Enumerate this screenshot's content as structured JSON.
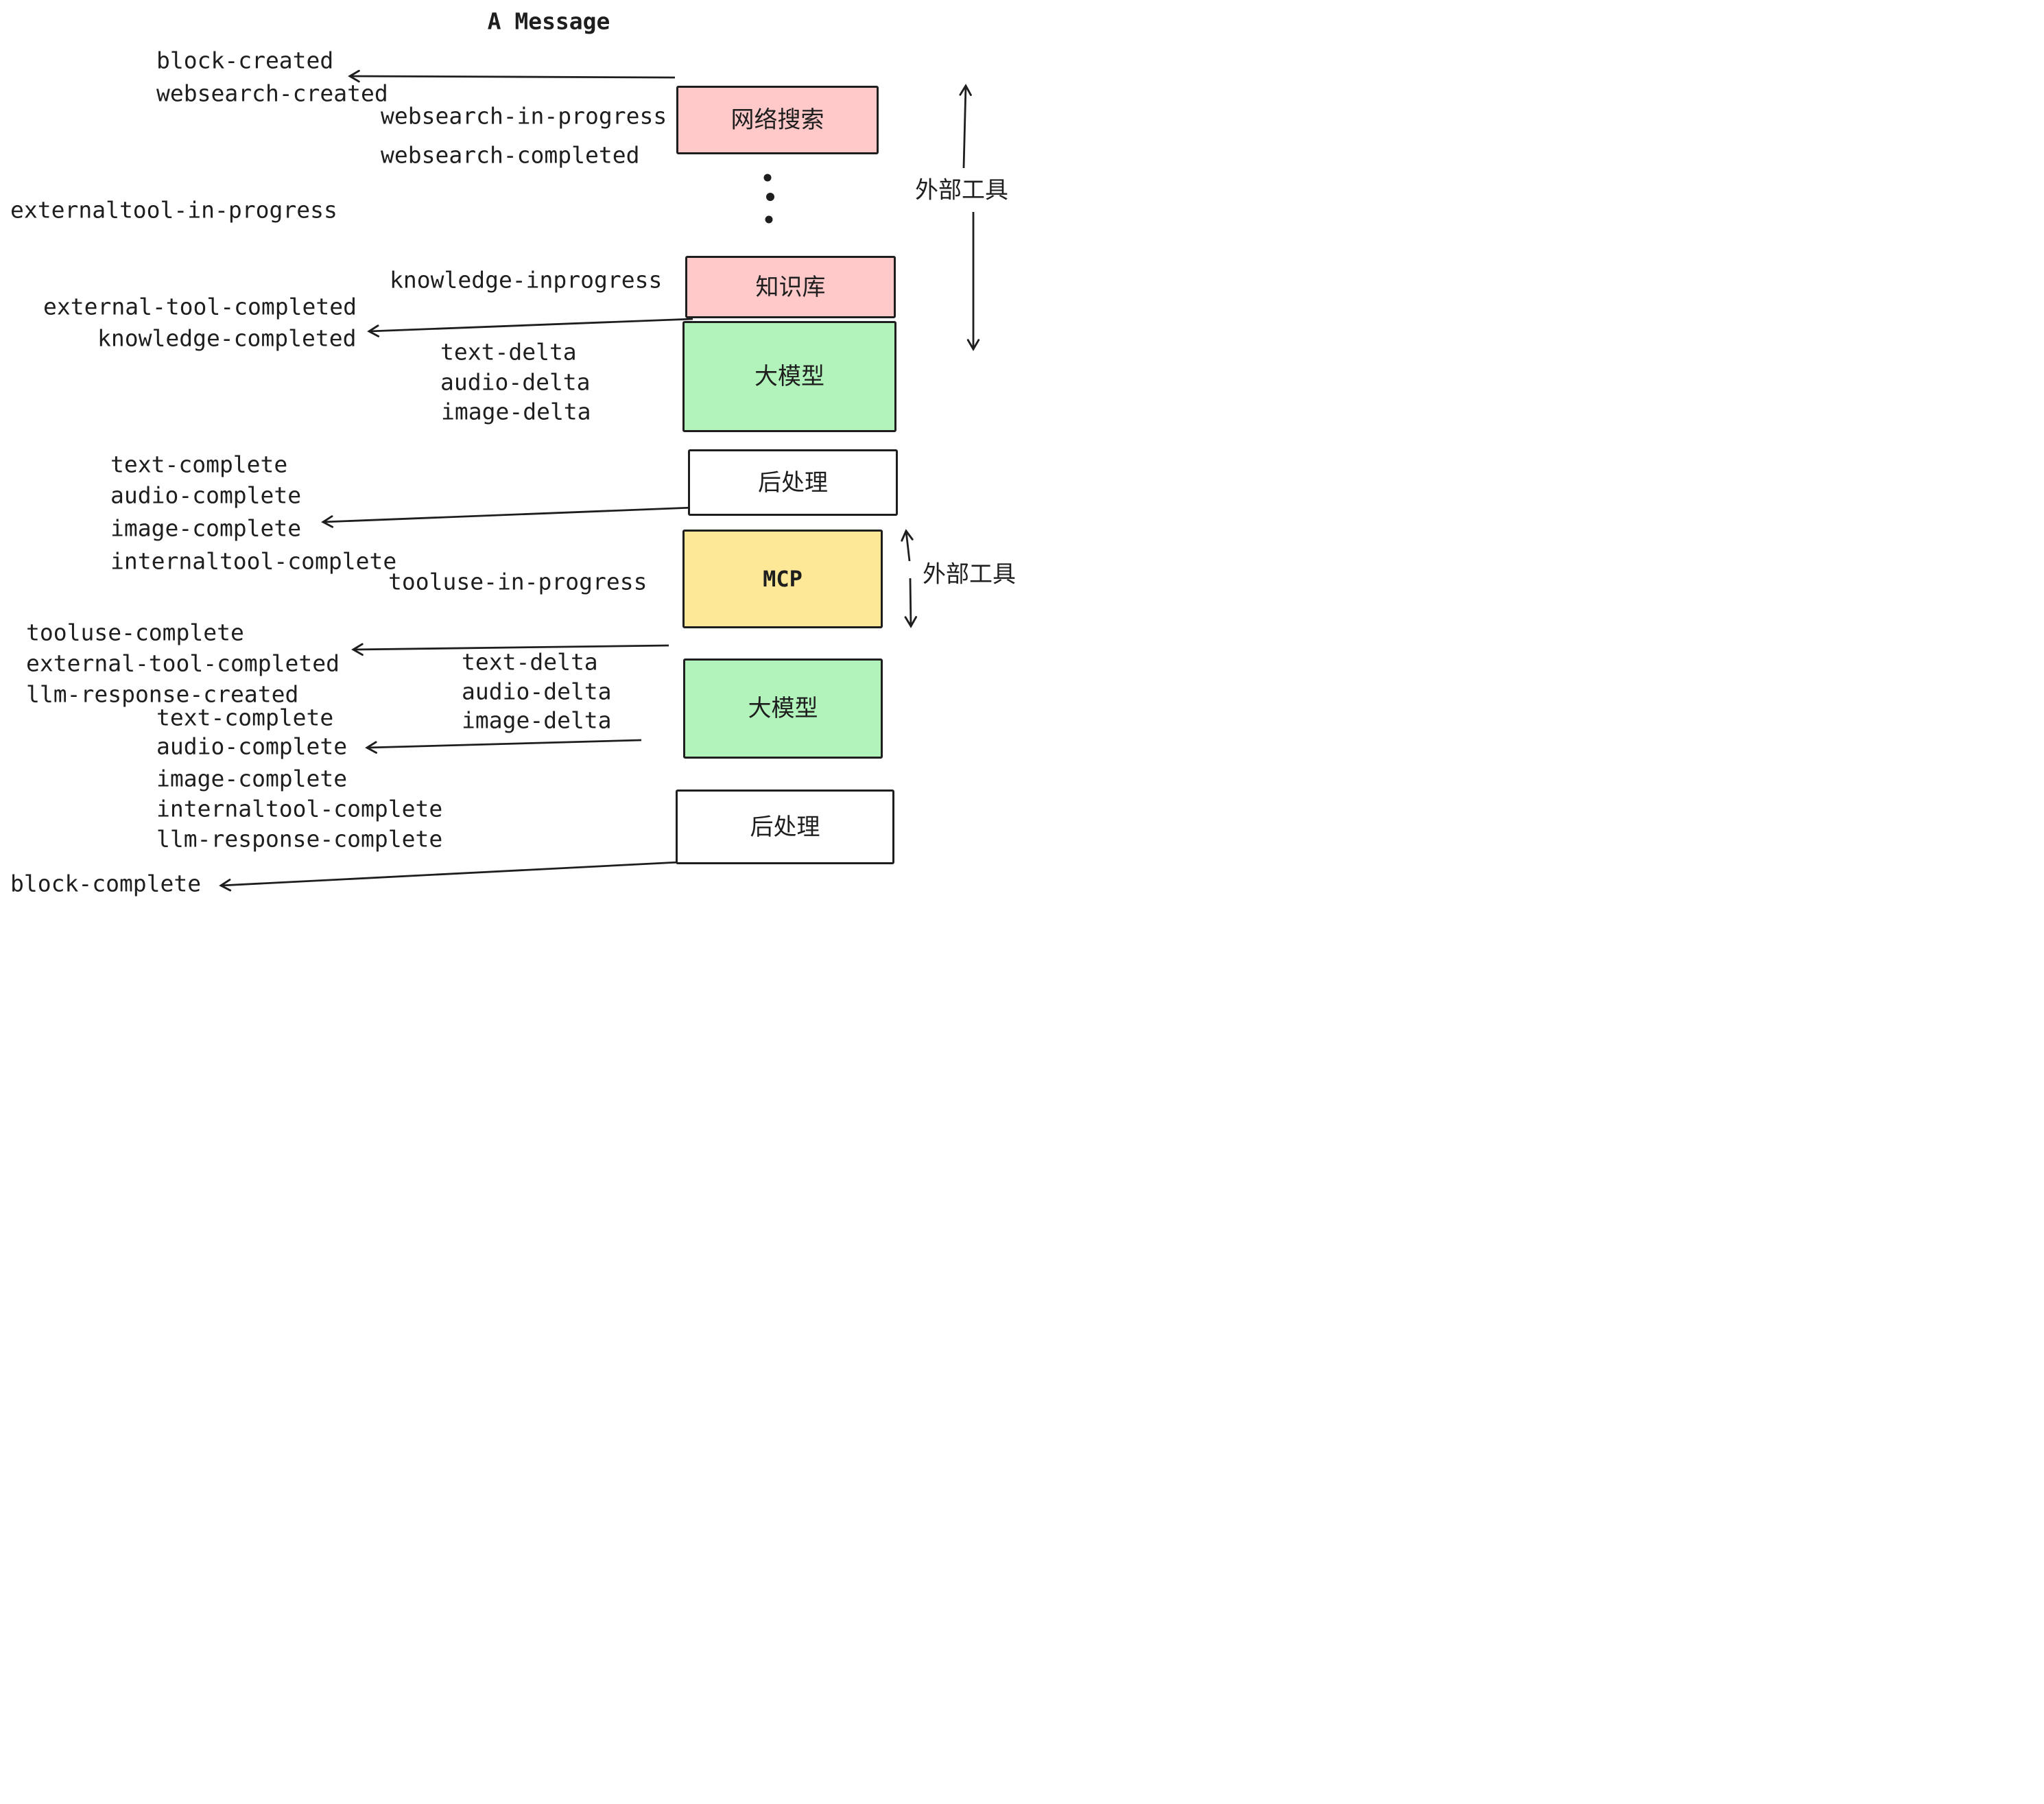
{
  "title": "A Message",
  "colors": {
    "stroke": "#1e1e1e",
    "pink": "#FFC9C9",
    "green": "#B2F2BB",
    "yellow": "#FCE897",
    "white": "#FFFFFF"
  },
  "events": {
    "block_created": "block-created",
    "websearch_created": "websearch-created",
    "websearch_in_progress": "websearch-in-progress",
    "websearch_completed": "websearch-completed",
    "externaltool_in_progress": "externaltool-in-progress",
    "knowledge_inprogress": "knowledge-inprogress",
    "external_tool_completed": "external-tool-completed",
    "knowledge_completed": "knowledge-completed",
    "text_delta": "text-delta",
    "audio_delta": "audio-delta",
    "image_delta": "image-delta",
    "text_complete": "text-complete",
    "audio_complete": "audio-complete",
    "image_complete": "image-complete",
    "internaltool_complete": "internaltool-complete",
    "tooluse_in_progress": "tooluse-in-progress",
    "tooluse_complete": "tooluse-complete",
    "external_tool_completed_2": "external-tool-completed",
    "llm_response_created": "llm-response-created",
    "text_complete_2": "text-complete",
    "audio_complete_2": "audio-complete",
    "image_complete_2": "image-complete",
    "internaltool_complete_2": "internaltool-complete",
    "llm_response_complete": "llm-response-complete",
    "block_complete": "block-complete",
    "text_delta_2": "text-delta",
    "audio_delta_2": "audio-delta",
    "image_delta_2": "image-delta"
  },
  "boxes": {
    "websearch": {
      "label": "网络搜索",
      "fill": "#FFC9C9"
    },
    "knowledge": {
      "label": "知识库",
      "fill": "#FFC9C9"
    },
    "llm_1": {
      "label": "大模型",
      "fill": "#B2F2BB"
    },
    "post_1": {
      "label": "后处理",
      "fill": "#FFFFFF"
    },
    "mcp": {
      "label": "MCP",
      "fill": "#FCE897"
    },
    "llm_2": {
      "label": "大模型",
      "fill": "#B2F2BB"
    },
    "post_2": {
      "label": "后处理",
      "fill": "#FFFFFF"
    }
  },
  "side_labels": {
    "external_tools_top": "外部工具",
    "external_tools_bottom": "外部工具"
  }
}
